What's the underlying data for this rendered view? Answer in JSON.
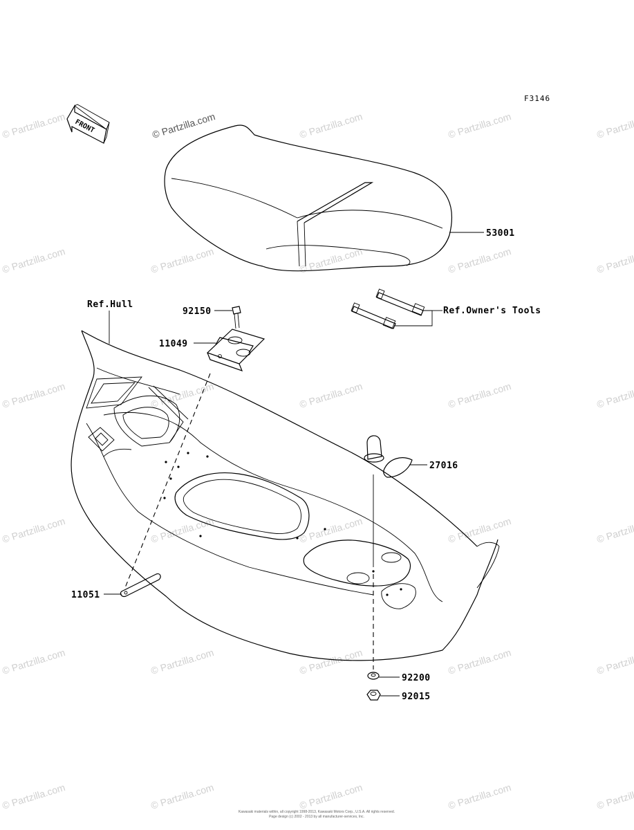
{
  "figure_id": "F3146",
  "front_label": "FRONT",
  "watermark_text": "© Partzilla.com",
  "copyright_line_1": "Kawasaki materials within, all copyright 1998-2013, Kawasaki Motors Corp., U.S.A. All rights reserved.",
  "copyright_line_2": "Page design (c) 2002 - 2013 by all manufacturer-services, Inc.",
  "parts": [
    {
      "id": "seat",
      "number": "53001"
    },
    {
      "id": "bolt",
      "number": "92150"
    },
    {
      "id": "bracket",
      "number": "11049"
    },
    {
      "id": "strap",
      "number": "11051"
    },
    {
      "id": "cap",
      "number": "27016"
    },
    {
      "id": "washer",
      "number": "92200"
    },
    {
      "id": "nut",
      "number": "92015"
    }
  ],
  "references": {
    "hull": "Ref.Hull",
    "tools": "Ref.Owner's Tools"
  }
}
